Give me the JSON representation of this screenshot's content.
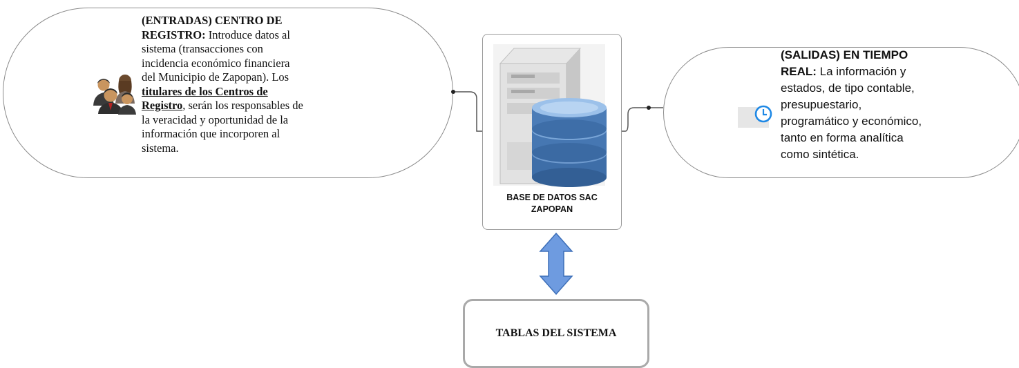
{
  "left_node": {
    "line1_bold": "(ENTRADAS) CENTRO DE",
    "line2_bold": "REGISTRO:",
    "line2_rest": " Introduce datos al",
    "line3": "sistema (transacciones con",
    "line4": "incidencia económico financiera",
    "line5": "del Municipio de Zapopan).  Los",
    "line6_bold_ul": "titulares de los Centros de ",
    "line7_bold_ul": "Registro",
    "line7_rest": ", serán los responsables de",
    "line8": "la veracidad y oportunidad de la",
    "line9": "información que incorporen al",
    "line10": "sistema.",
    "icon": "people-group-icon"
  },
  "center_node": {
    "caption_line1": "BASE DE DATOS SAC",
    "caption_line2": "ZAPOPAN",
    "icon": "database-server-icon"
  },
  "right_node": {
    "line1_bold": "(SALIDAS) EN TIEMPO",
    "line2_bold": "REAL:",
    "line2_rest": " La información y",
    "line3": "estados, de tipo contable,",
    "line4": "presupuestario,",
    "line5": "programático y económico,",
    "line6": "tanto en forma analítica",
    "line7": "como sintética.",
    "icon": "scheduled-document-icon"
  },
  "bottom_node": {
    "label": "TABLAS DEL SISTEMA"
  },
  "colors": {
    "pill_border": "#8a8a8a",
    "connector": "#555555",
    "arrow_fill": "#6e9be0",
    "arrow_stroke": "#3d6fb8",
    "db_blue": "#3e6ea8",
    "clock_blue": "#1e88e5"
  }
}
